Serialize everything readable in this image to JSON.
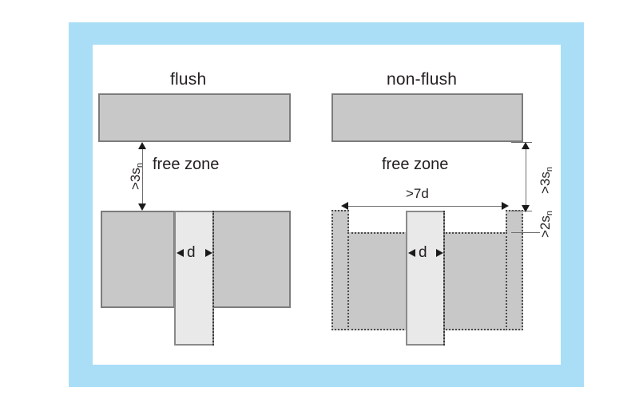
{
  "figure": {
    "title_flush": "flush",
    "title_non_flush": "non-flush",
    "free_zone_left": "free zone",
    "free_zone_right": "free zone",
    "frame_color": "#aadef7",
    "block_fill": "#c8c8c8",
    "sensor_fill": "#e9e9e9",
    "line_color": "#6f6f6f"
  },
  "flush": {
    "dim_vertical_prefix": ">3s",
    "dim_vertical_sub": "n",
    "diameter_label": "d"
  },
  "non_flush": {
    "dim_vertical_prefix": ">3s",
    "dim_vertical_sub": "n",
    "dim_recess_prefix": ">2s",
    "dim_recess_sub": "n",
    "dim_width": ">7d",
    "diameter_label": "d"
  }
}
